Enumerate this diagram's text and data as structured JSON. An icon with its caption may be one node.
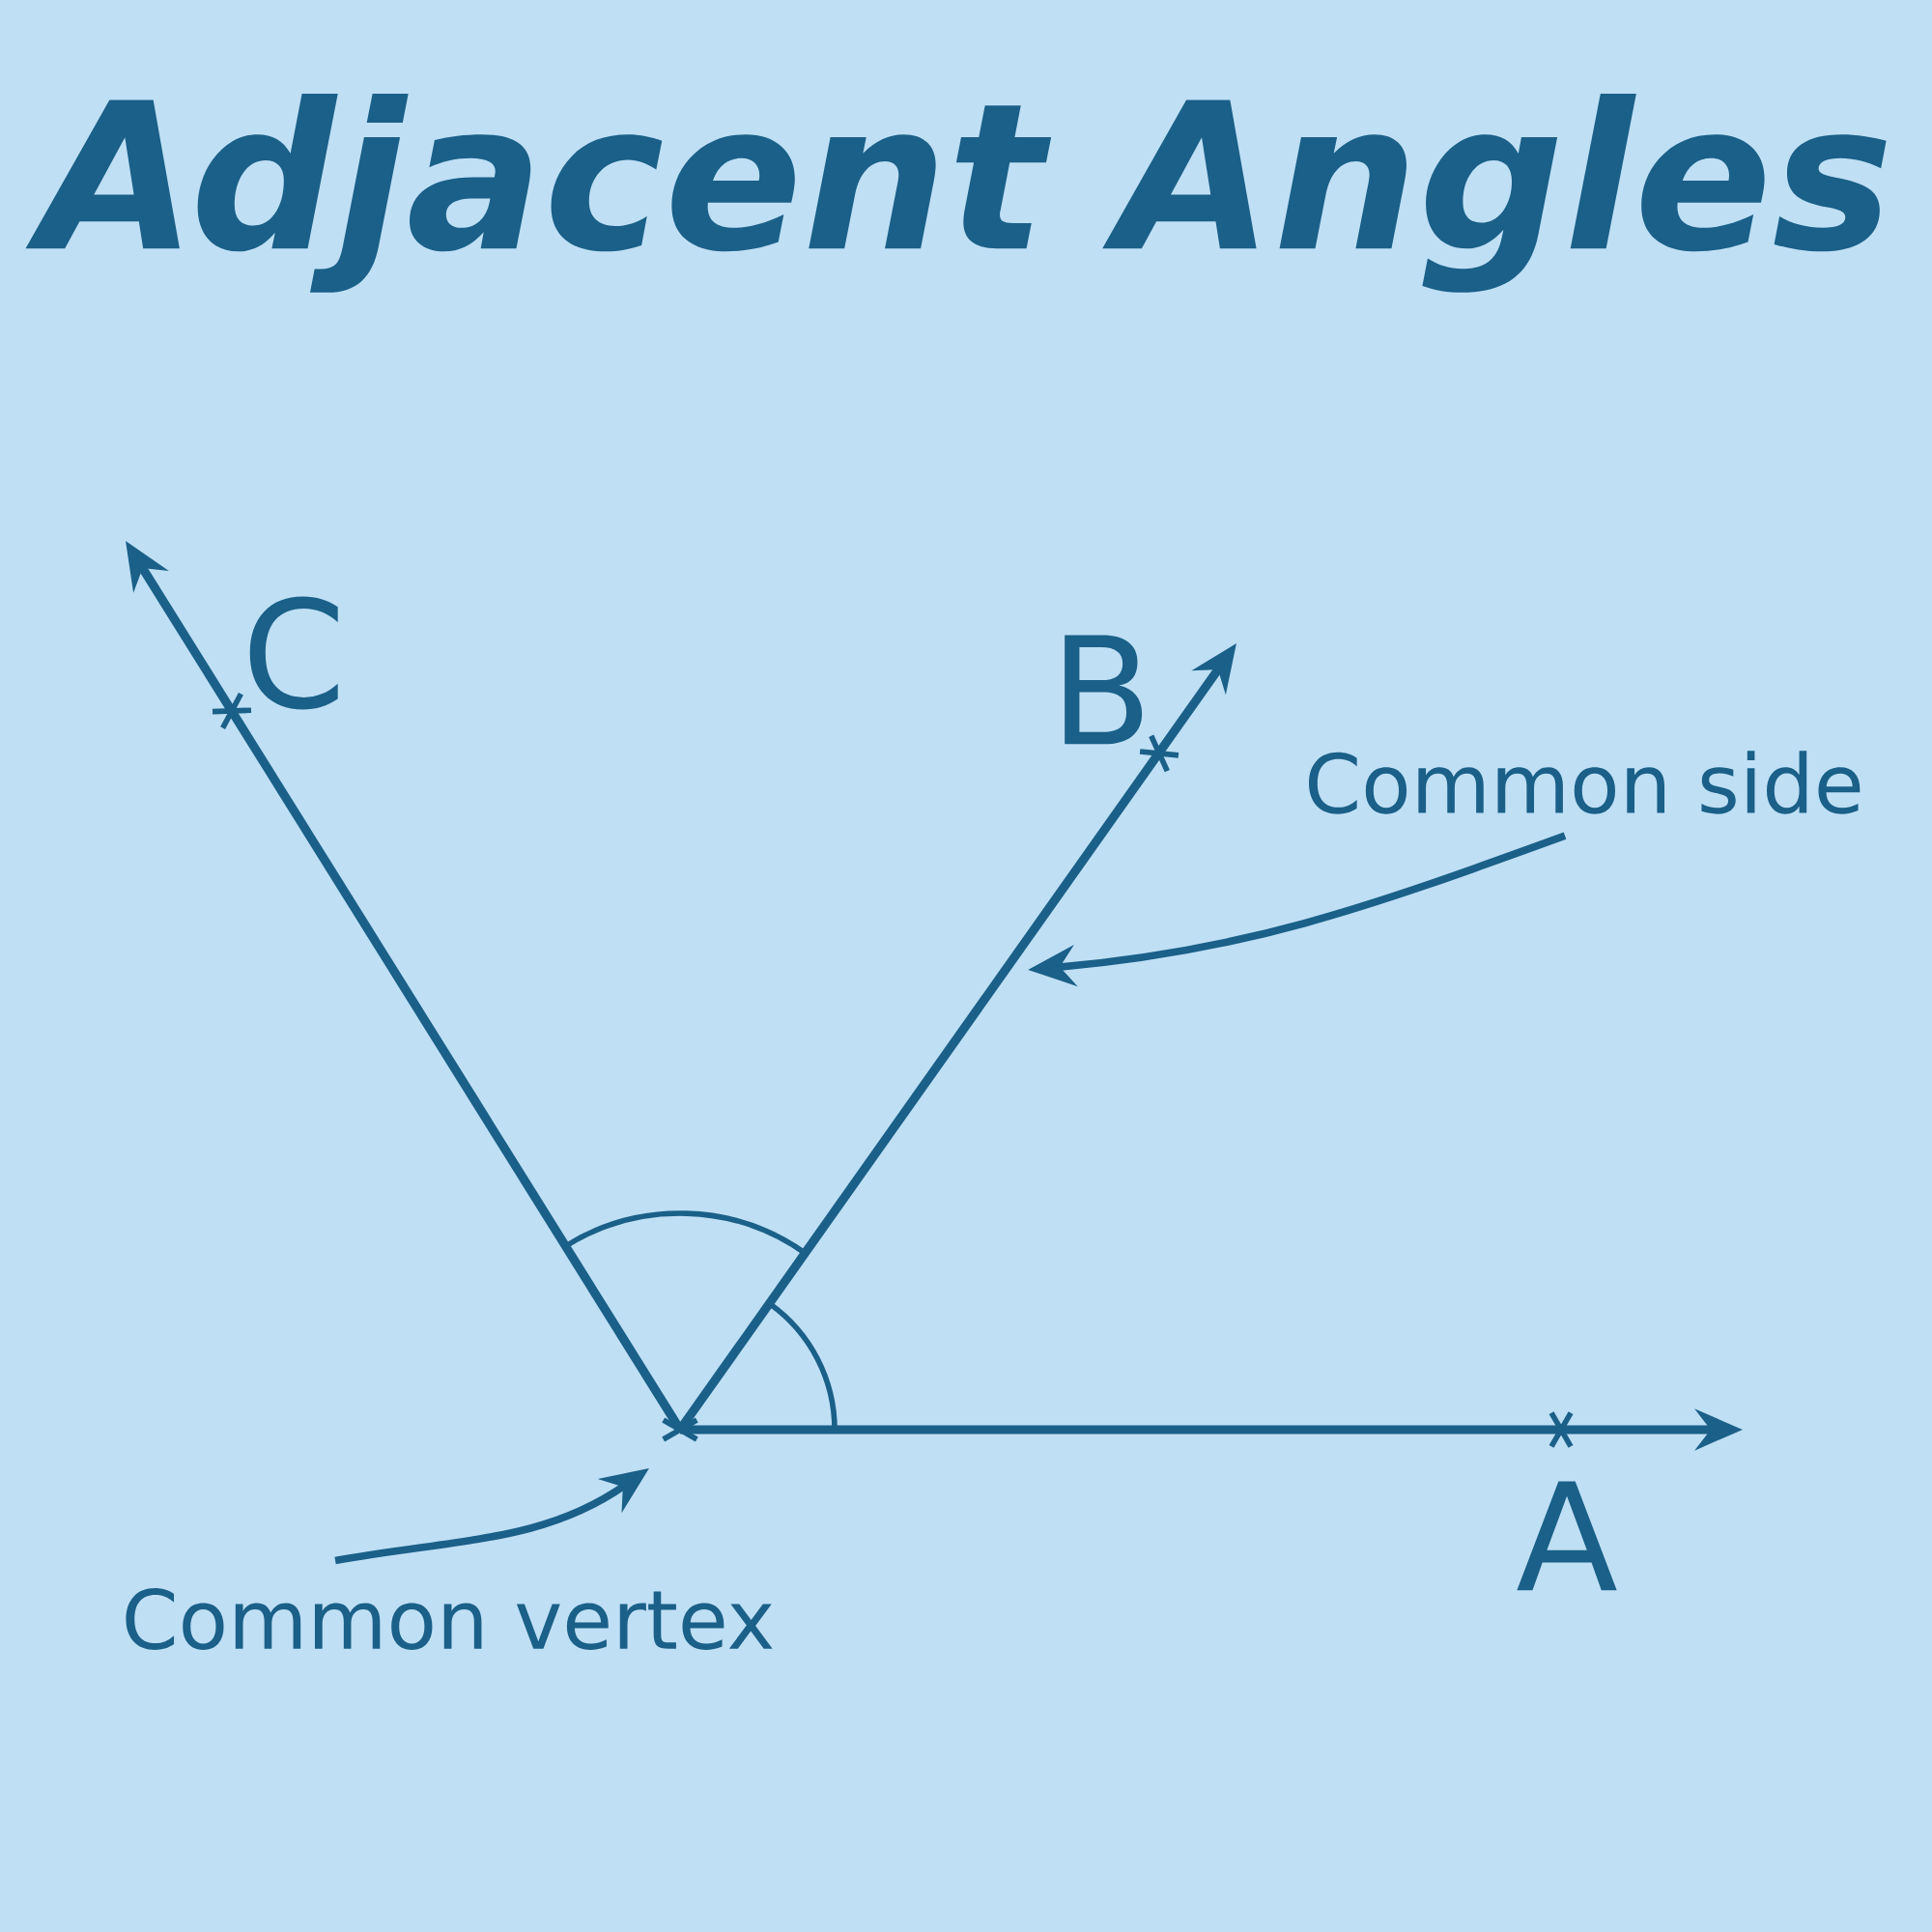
{
  "diagram": {
    "title": "Adjacent Angles",
    "nodes": [
      {
        "text": [
          "Common side"
        ]
      },
      {
        "text": [
          "Common vertex"
        ]
      }
    ],
    "edges": [
      {
        "from": 0,
        "to": null,
        "arrow": "to"
      },
      {
        "from": 1,
        "to": null,
        "arrow": "to"
      }
    ],
    "labels": [
      "C",
      "B",
      "A"
    ]
  }
}
